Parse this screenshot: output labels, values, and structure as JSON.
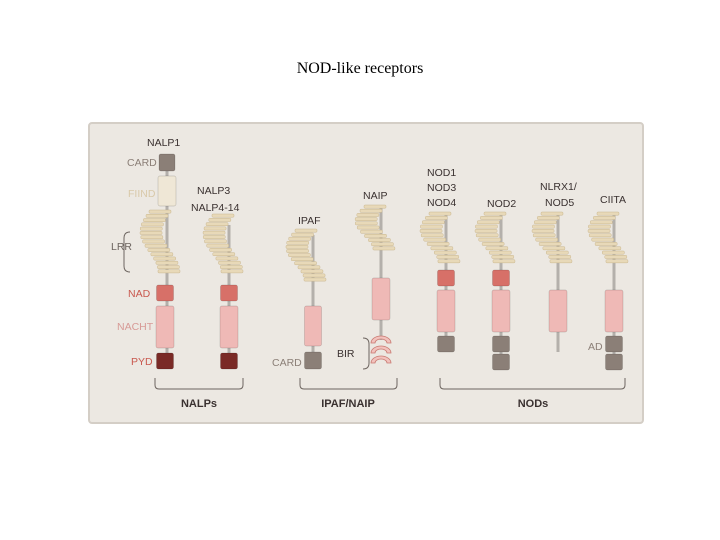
{
  "title": "NOD-like receptors",
  "colors": {
    "card": "#8b7f77",
    "fiind": "#efe7d6",
    "lrr": "#e8d9b8",
    "nad": "#d77068",
    "nacht": "#efb9b6",
    "pyd": "#7a2a26",
    "bir": "#f2c2bd",
    "stalk": "#b4b0ab"
  },
  "domains": {
    "card": "CARD",
    "fiind": "FIIND",
    "lrr": "LRR",
    "nad": "NAD",
    "nacht": "NACHT",
    "pyd": "PYD",
    "card2": "CARD",
    "bir": "BIR",
    "ad": "AD"
  },
  "proteins": {
    "nalp1": "NALP1",
    "nalp3_l1": "NALP3",
    "nalp3_l2": "NALP4-14",
    "ipaf": "IPAF",
    "naip": "NAIP",
    "nod1_l1": "NOD1",
    "nod1_l2": "NOD3",
    "nod1_l3": "NOD4",
    "nod2": "NOD2",
    "nlrx1_l1": "NLRX1/",
    "nlrx1_l2": "NOD5",
    "ciita": "CIITA"
  },
  "groups": {
    "nalps": "NALPs",
    "ipaf_naip": "IPAF/NAIP",
    "nods": "NODs"
  }
}
